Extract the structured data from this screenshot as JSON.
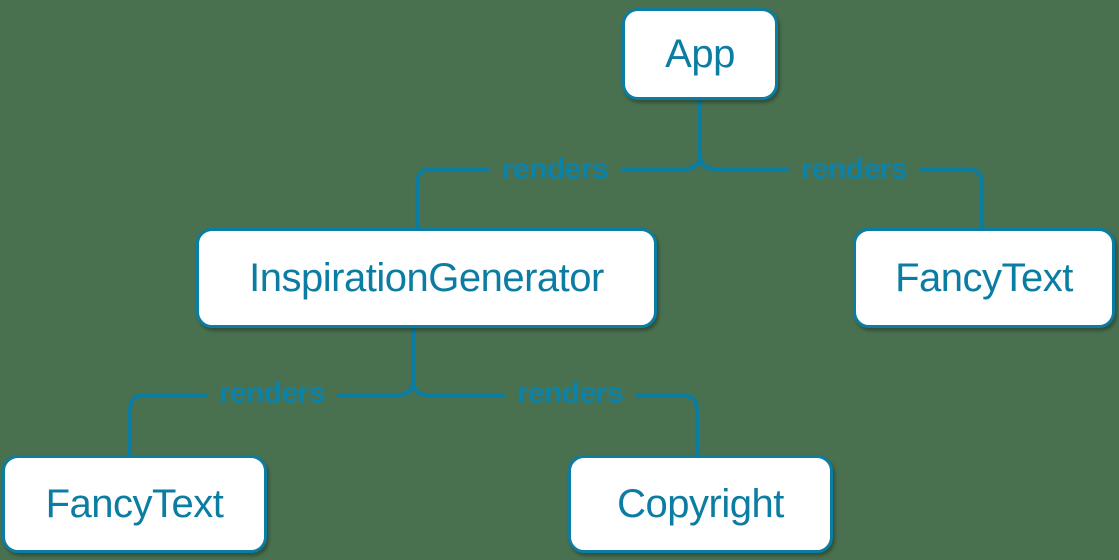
{
  "colors": {
    "background": "#497150",
    "accent": "#0b7da2",
    "box_background": "#ffffff"
  },
  "diagram": {
    "type": "render-tree",
    "nodes": [
      {
        "id": "app",
        "label": "App"
      },
      {
        "id": "inspiration-generator",
        "label": "InspirationGenerator"
      },
      {
        "id": "fancy-text-right",
        "label": "FancyText"
      },
      {
        "id": "fancy-text-left",
        "label": "FancyText"
      },
      {
        "id": "copyright",
        "label": "Copyright"
      }
    ],
    "edges": [
      {
        "from": "App",
        "to": "InspirationGenerator",
        "label": "renders"
      },
      {
        "from": "App",
        "to": "FancyText",
        "label": "renders"
      },
      {
        "from": "InspirationGenerator",
        "to": "FancyText",
        "label": "renders"
      },
      {
        "from": "InspirationGenerator",
        "to": "Copyright",
        "label": "renders"
      }
    ]
  }
}
